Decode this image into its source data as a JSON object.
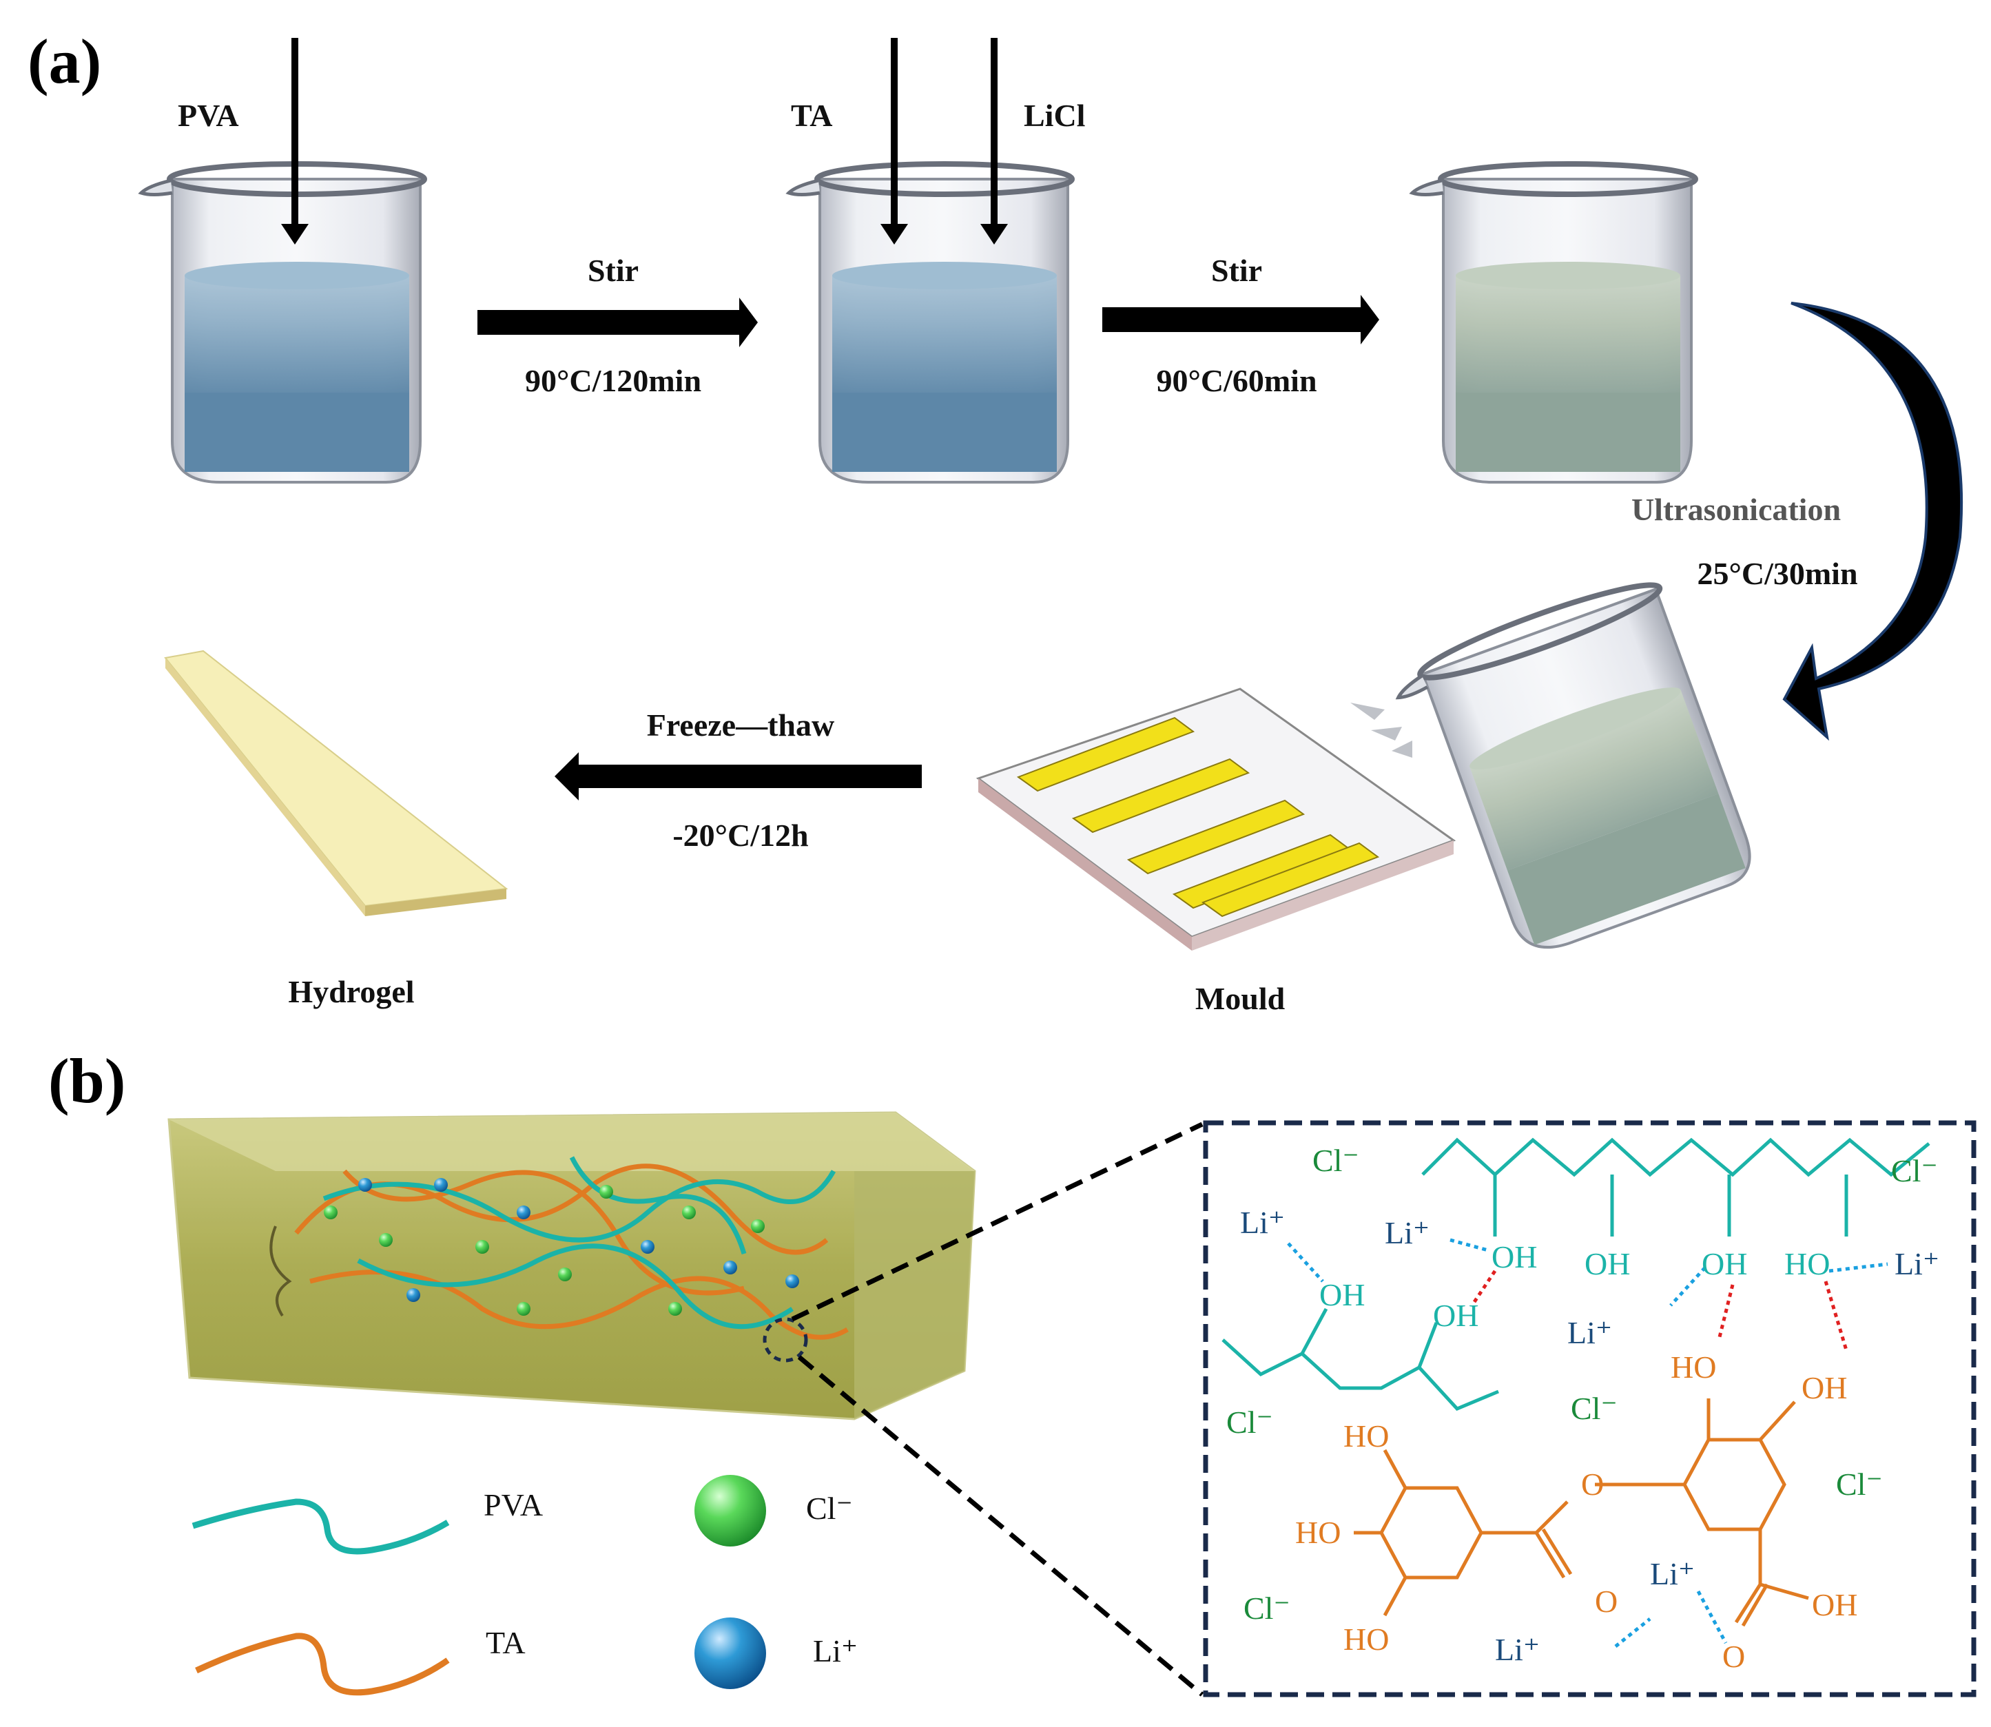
{
  "panels": {
    "a": "(a)",
    "b": "(b)"
  },
  "reagents": {
    "pva": "PVA",
    "ta": "TA",
    "licl": "LiCl"
  },
  "steps": {
    "step1": {
      "action": "Stir",
      "condition": "90°C/120min"
    },
    "step2": {
      "action": "Stir",
      "condition": "90°C/60min"
    },
    "step3": {
      "action": "Ultrasonication",
      "condition": "25°C/30min"
    },
    "step4": {
      "action": "Freeze—thaw",
      "condition": "-20°C/12h"
    }
  },
  "labels": {
    "hydrogel": "Hydrogel",
    "mould": "Mould"
  },
  "legend": {
    "pva": "PVA",
    "ta": "TA",
    "cl": "Cl⁻",
    "li": "Li⁺"
  },
  "chem": {
    "cl": "Cl⁻",
    "li": "Li⁺",
    "oh": "OH",
    "ho": "HO",
    "o": "O"
  },
  "colors": {
    "pva": "#1bb3a8",
    "ta": "#e07b22",
    "cl_text": "#1a8a3a",
    "li_text": "#1a4a7a",
    "li_link": "#1aa0e0",
    "hbond": "#e02020",
    "zoom_border": "#1a2a4a",
    "hydrogel_block": "#f6efb8",
    "mould_fill": "#f2e01a"
  }
}
